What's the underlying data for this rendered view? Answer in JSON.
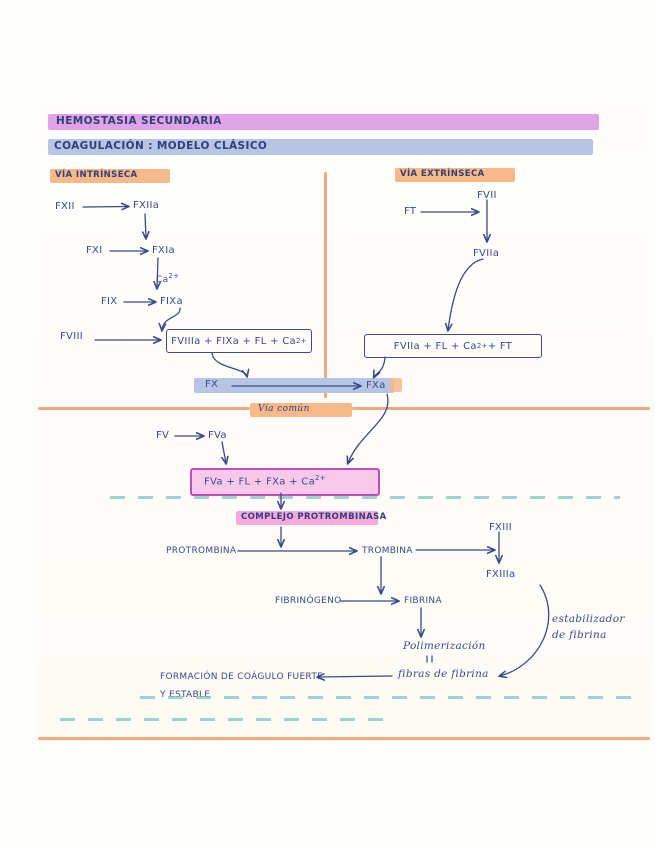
{
  "titles": {
    "main": "HEMOSTASIA SECUNDARIA",
    "subtitle": "COAGULACIÓN : MODELO CLÁSICO"
  },
  "section_labels": {
    "intrinsic": "VÍA INTRÍNSECA",
    "extrinsic": "VÍA EXTRÍNSECA",
    "common": "Vía común",
    "prothrombinase": "COMPLEJO PROTROMBINASA"
  },
  "intrinsic_pathway": {
    "f12": "FXII",
    "f12a": "FXIIa",
    "f11": "FXI",
    "f11a": "FXIa",
    "calcium_label": "Ca",
    "calcium_charge": "2+",
    "f9": "FIX",
    "f9a": "FIXa",
    "f8": "FVIII",
    "tenase_complex": "FVIIIa + FIXa + FL + Ca",
    "tenase_charge": "2+"
  },
  "extrinsic_pathway": {
    "tissue_factor": "FT",
    "f7": "FVII",
    "f7a": "FVIIa",
    "complex": "FVIIa + FL + Ca",
    "complex_charge": "2+",
    "complex_tail": " + FT"
  },
  "common_pathway": {
    "fx": "FX",
    "fxa": "FXa",
    "f5": "FV",
    "f5a": "FVa",
    "prothrombinase_complex": "FVa + FL + FXa + Ca",
    "prothrombinase_charge": "2+",
    "prothrombin": "PROTROMBINA",
    "thrombin": "TROMBINA",
    "fibrinogen": "FIBRINÓGENO",
    "fibrin": "FIBRINA",
    "f13": "FXIII",
    "f13a": "FXIIIa",
    "stabilizer_line1": "estabilizador",
    "stabilizer_line2": "de fibrina",
    "polymerization": "Polimerización",
    "fibrin_fibers": "fibras de fibrina",
    "clot_line1": "FORMACIÓN DE COÁGULO FUERTE",
    "clot_line2": "Y ESTABLE"
  },
  "colors": {
    "highlight_purple": "#dfa4e6",
    "highlight_blue": "#b6c4e6",
    "highlight_orange": "#f7b98a",
    "highlight_pink": "#f7a8dc",
    "ink_blue": "#3a4a86",
    "divider_orange": "#f0a87e",
    "dashed_teal": "#7fc7bd",
    "box_magenta": "#c74bbd"
  }
}
